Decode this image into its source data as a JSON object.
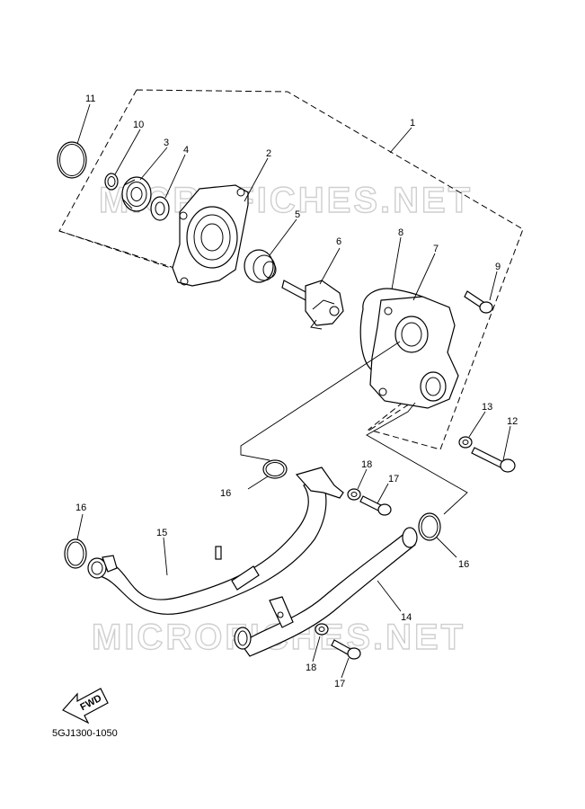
{
  "diagram": {
    "code": "5GJ1300-1050",
    "watermark": "MICROFICHES.NET",
    "fwd_label": "FWD",
    "callouts": {
      "c1": "1",
      "c2": "2",
      "c3": "3",
      "c4": "4",
      "c5": "5",
      "c6": "6",
      "c7": "7",
      "c8": "8",
      "c9": "9",
      "c10": "10",
      "c11": "11",
      "c12": "12",
      "c13": "13",
      "c14": "14",
      "c15": "15",
      "c16a": "16",
      "c16b": "16",
      "c16c": "16",
      "c17a": "17",
      "c17b": "17",
      "c18a": "18",
      "c18b": "18"
    }
  }
}
